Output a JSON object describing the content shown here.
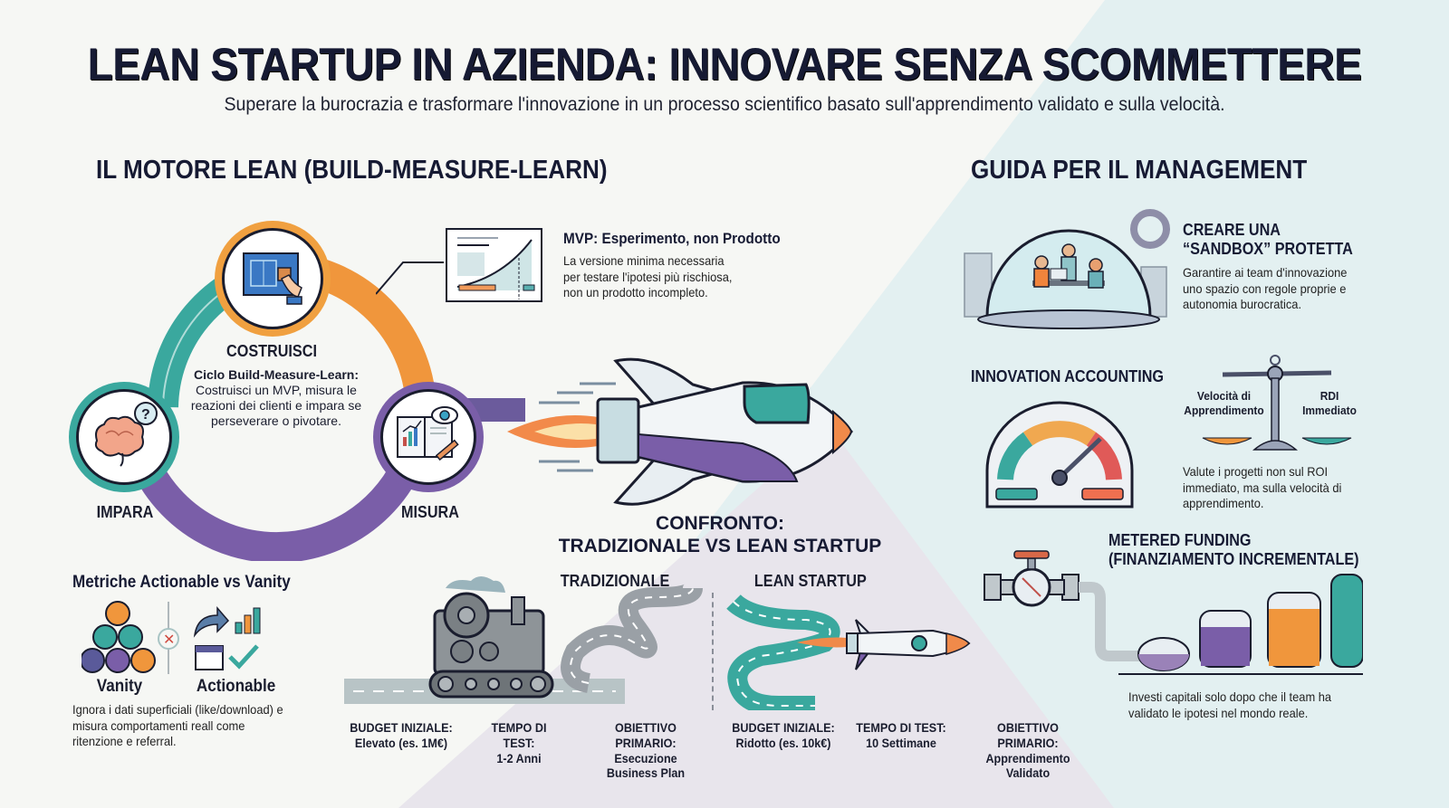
{
  "header": {
    "title": "LEAN STARTUP IN AZIENDA: INNOVARE SENZA SCOMMETTERE",
    "subtitle": "Superare la burocrazia e trasformare l'innovazione in un processo scientifico basato sull'apprendimento validato e sulla velocità."
  },
  "lean_engine": {
    "heading": "IL MOTORE LEAN (BUILD-MEASURE-LEARN)",
    "steps": [
      {
        "label": "COSTRUISCI",
        "icon": "blueprint-hand-icon",
        "color": "#f0a040"
      },
      {
        "label": "MISURA",
        "icon": "notebook-eye-icon",
        "color": "#7a5ea8"
      },
      {
        "label": "IMPARA",
        "icon": "brain-question-icon",
        "color": "#3aa89e"
      }
    ],
    "center_title": "Ciclo Build-Measure-Learn:",
    "center_text": "Costruisci un MVP, misura le reazioni dei clienti e impara se perseverare o pivotare.",
    "mvp": {
      "title": "MVP: Esperimento, non Prodotto",
      "text": "La versione minima necessaria per testare l'ipotesi più rischiosa, non un prodotto incompleto."
    }
  },
  "metrics": {
    "heading": "Metriche Actionable vs Vanity",
    "vanity_label": "Vanity",
    "actionable_label": "Actionable",
    "text": "Ignora i dati superficiali (like/download) e misura comportamenti reall come ritenzione e referral."
  },
  "comparison": {
    "heading_line1": "CONFRONTO:",
    "heading_line2": "TRADIZIONALE VS LEAN STARTUP",
    "traditional": {
      "label": "TRADIZIONALE",
      "stats": [
        {
          "head": "BUDGET INIZIALE:",
          "value": "Elevato (es. 1M€)"
        },
        {
          "head": "TEMPO DI TEST:",
          "value": "1-2 Anni"
        },
        {
          "head": "OBIETTIVO PRIMARIO:",
          "value": "Esecuzione Business Plan"
        }
      ]
    },
    "lean": {
      "label": "LEAN STARTUP",
      "stats": [
        {
          "head": "BUDGET INIZIALE:",
          "value": "Ridotto (es. 10k€)"
        },
        {
          "head": "TEMPO DI TEST:",
          "value": "10 Settimane"
        },
        {
          "head": "OBIETTIVO PRIMARIO:",
          "value": "Apprendimento Validato"
        }
      ]
    }
  },
  "management": {
    "heading": "GUIDA PER IL MANAGEMENT",
    "sandbox": {
      "title_line1": "CREARE UNA",
      "title_line2": "“SANDBOX” PROTETTA",
      "text": "Garantire ai team d'innovazione uno spazio con regole proprie e autonomia burocratica."
    },
    "accounting": {
      "title": "INNOVATION ACCOUNTING",
      "scale_left": "Velocità di Apprendimento",
      "scale_right": "RDI Immediato",
      "text": "Valute i progetti non sul ROI immediato, ma sulla velocità di apprendimento."
    },
    "funding": {
      "title_line1": "METERED FUNDING",
      "title_line2": "(FINANZIAMENTO INCREMENTALE)",
      "text": "Investi capitali solo dopo che il team ha validato le ipotesi nel mondo reale."
    }
  },
  "colors": {
    "navy": "#161a33",
    "teal": "#3aa89e",
    "orange": "#f0963c",
    "purple": "#7a5ea8",
    "coral": "#e8604a"
  }
}
